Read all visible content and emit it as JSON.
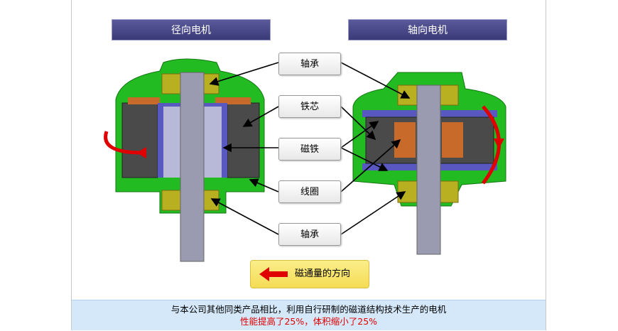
{
  "headers": {
    "radial": "径向电机",
    "axial": "轴向电机"
  },
  "labels": [
    "轴承",
    "铁芯",
    "磁铁",
    "线圈",
    "轴承"
  ],
  "legend": {
    "text": "磁通量的方向",
    "icon": "red-left-arrow",
    "color": "#e00000"
  },
  "caption": {
    "line1": "与本公司其他同类产品相比，利用自行研制的磁道结构技术生产的电机",
    "line2": "性能提高了25%，体积缩小了25%"
  },
  "colors": {
    "housing": "#22bb22",
    "bearing": "#b8b020",
    "core": "#4a4a4a",
    "magnet": "#6060c0",
    "shaft": "#9a9ab0"
  }
}
